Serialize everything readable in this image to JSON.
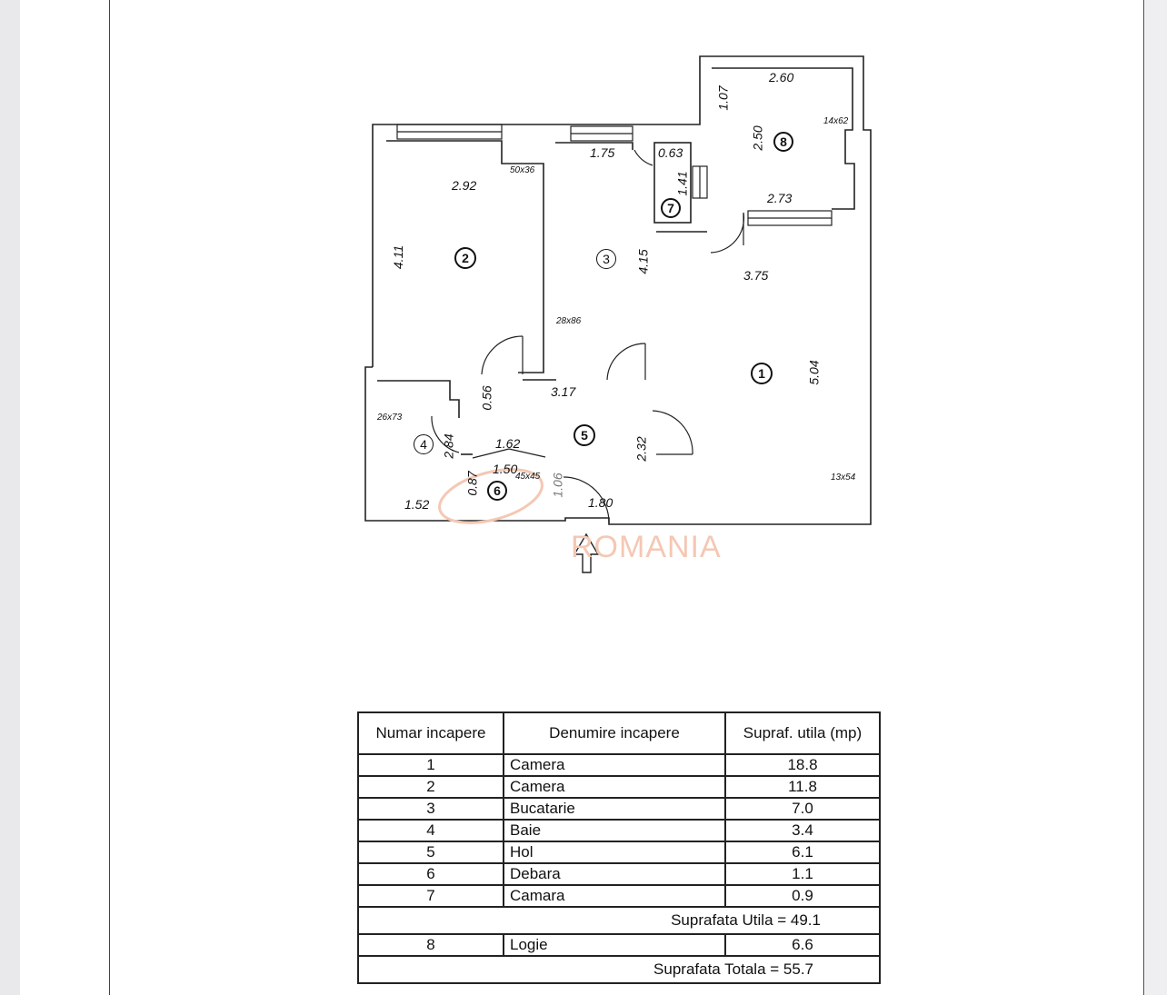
{
  "watermark": "ROMANIA",
  "plan": {
    "rooms": [
      {
        "num": "1"
      },
      {
        "num": "2"
      },
      {
        "num": "3"
      },
      {
        "num": "4"
      },
      {
        "num": "5"
      },
      {
        "num": "6"
      },
      {
        "num": "7"
      },
      {
        "num": "8"
      }
    ],
    "dims": {
      "r8_top": "2.60",
      "r8_left": "1.07",
      "r8_h": "2.50",
      "r8_bottom": "2.73",
      "r8_win": "14x62",
      "r2_w": "2.92",
      "r2_h": "4.11",
      "r2_win": "50x36",
      "r3_w": "1.75",
      "r3_h": "4.15",
      "r3_win": "28x86",
      "r7_w": "0.63",
      "r7_h": "1.41",
      "r1_w": "3.75",
      "r1_h": "5.04",
      "r1_win": "13x54",
      "hol_w": "3.17",
      "hol_a": "0.56",
      "hol_b": "2.32",
      "hol_c": "1.62",
      "hol_d": "1.80",
      "r4_win": "26x73",
      "r4_h": "2.84",
      "r4_w": "1.52",
      "r6_w": "1.50",
      "r6_h": "0.87",
      "r6_win": "45x45",
      "r6_d": "1.06"
    }
  },
  "table": {
    "headers": [
      "Numar incapere",
      "Denumire incapere",
      "Supraf. utila (mp)"
    ],
    "rows": [
      {
        "num": "1",
        "name": "Camera",
        "area": "18.8"
      },
      {
        "num": "2",
        "name": "Camera",
        "area": "11.8"
      },
      {
        "num": "3",
        "name": "Bucatarie",
        "area": "7.0"
      },
      {
        "num": "4",
        "name": "Baie",
        "area": "3.4"
      },
      {
        "num": "5",
        "name": "Hol",
        "area": "6.1"
      },
      {
        "num": "6",
        "name": "Debara",
        "area": "1.1"
      },
      {
        "num": "7",
        "name": "Camara",
        "area": "0.9"
      }
    ],
    "util_total": "Suprafata Utila = 49.1",
    "extra_row": {
      "num": "8",
      "name": "Logie",
      "area": "6.6"
    },
    "grand_total": "Suprafata Totala = 55.7"
  }
}
